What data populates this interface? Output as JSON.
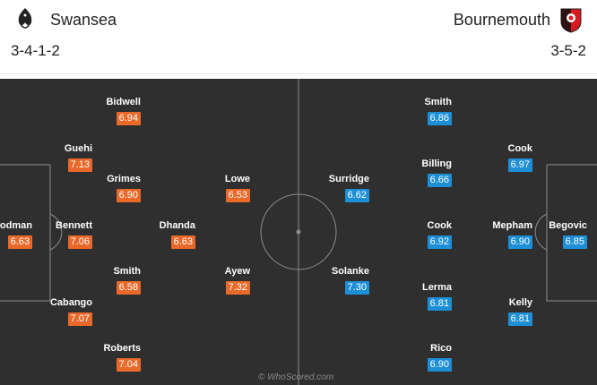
{
  "home": {
    "name": "Swansea",
    "formation": "3-4-1-2",
    "crest": "swansea-swan-crest",
    "color": "#e8692a",
    "players": [
      {
        "name": "Woodman",
        "rating": "6.63"
      },
      {
        "name": "Guehi",
        "rating": "7.13"
      },
      {
        "name": "Bennett",
        "rating": "7.06"
      },
      {
        "name": "Cabango",
        "rating": "7.07"
      },
      {
        "name": "Bidwell",
        "rating": "6.94"
      },
      {
        "name": "Grimes",
        "rating": "6.90"
      },
      {
        "name": "Smith",
        "rating": "6.58"
      },
      {
        "name": "Roberts",
        "rating": "7.04"
      },
      {
        "name": "Dhanda",
        "rating": "6.63"
      },
      {
        "name": "Lowe",
        "rating": "6.53"
      },
      {
        "name": "Ayew",
        "rating": "7.32"
      }
    ]
  },
  "away": {
    "name": "Bournemouth",
    "formation": "3-5-2",
    "crest": "bournemouth-cherries-crest",
    "color": "#1d8fd6",
    "players": [
      {
        "name": "Begovic",
        "rating": "6.85"
      },
      {
        "name": "Cook",
        "rating": "6.97"
      },
      {
        "name": "Mepham",
        "rating": "6.90"
      },
      {
        "name": "Kelly",
        "rating": "6.81"
      },
      {
        "name": "Smith",
        "rating": "6.86"
      },
      {
        "name": "Billing",
        "rating": "6.66"
      },
      {
        "name": "Cook",
        "rating": "6.92"
      },
      {
        "name": "Lerma",
        "rating": "6.81"
      },
      {
        "name": "Rico",
        "rating": "6.90"
      },
      {
        "name": "Surridge",
        "rating": "6.62"
      },
      {
        "name": "Solanke",
        "rating": "7.30"
      }
    ]
  },
  "watermark": "© WhoScored.com"
}
